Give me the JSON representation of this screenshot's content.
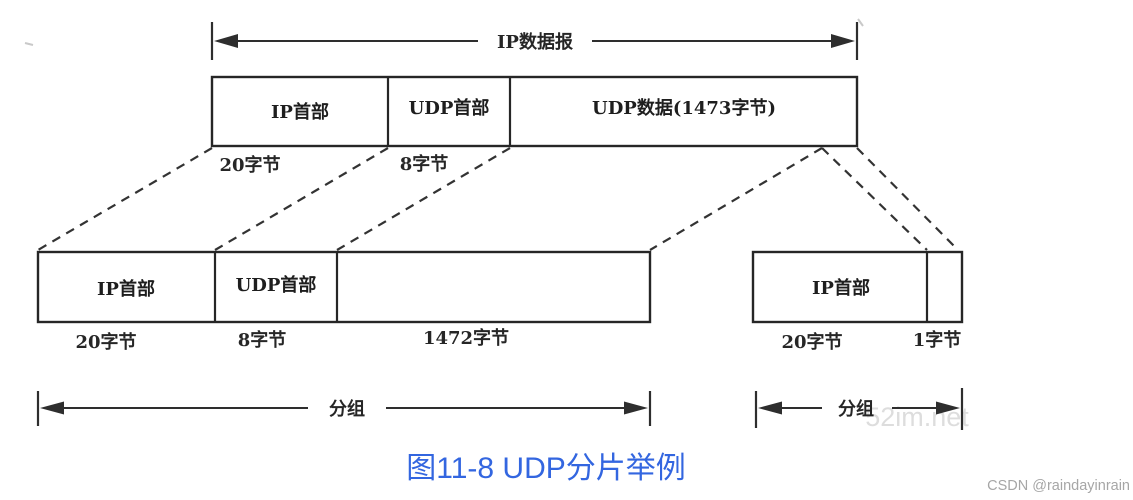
{
  "title_arrow": {
    "label": "IP数据报"
  },
  "datagram": {
    "sections": [
      {
        "label": "IP首部",
        "size": "20字节"
      },
      {
        "label": "UDP首部",
        "size": "8字节"
      },
      {
        "label": "UDP数据(1473字节)",
        "size": ""
      }
    ]
  },
  "fragment_left": {
    "sections": [
      {
        "label": "IP首部",
        "size": "20字节"
      },
      {
        "label": "UDP首部",
        "size": "8字节"
      },
      {
        "label": "",
        "size": "1472字节"
      }
    ],
    "arrow_label": "分组"
  },
  "fragment_right": {
    "sections": [
      {
        "label": "IP首部",
        "size": "20字节"
      },
      {
        "label": "",
        "size": "1字节"
      }
    ],
    "arrow_label": "分组"
  },
  "caption": "图11-8 UDP分片举例",
  "watermarks": {
    "site": "52im.net",
    "csdn": "CSDN @raindayinrain"
  },
  "colors": {
    "diagram_line": "#262626",
    "caption_blue": "#3366e0",
    "site_watermark_gray": "#dadada",
    "csdn_watermark_gray": "#a6a6a6"
  }
}
